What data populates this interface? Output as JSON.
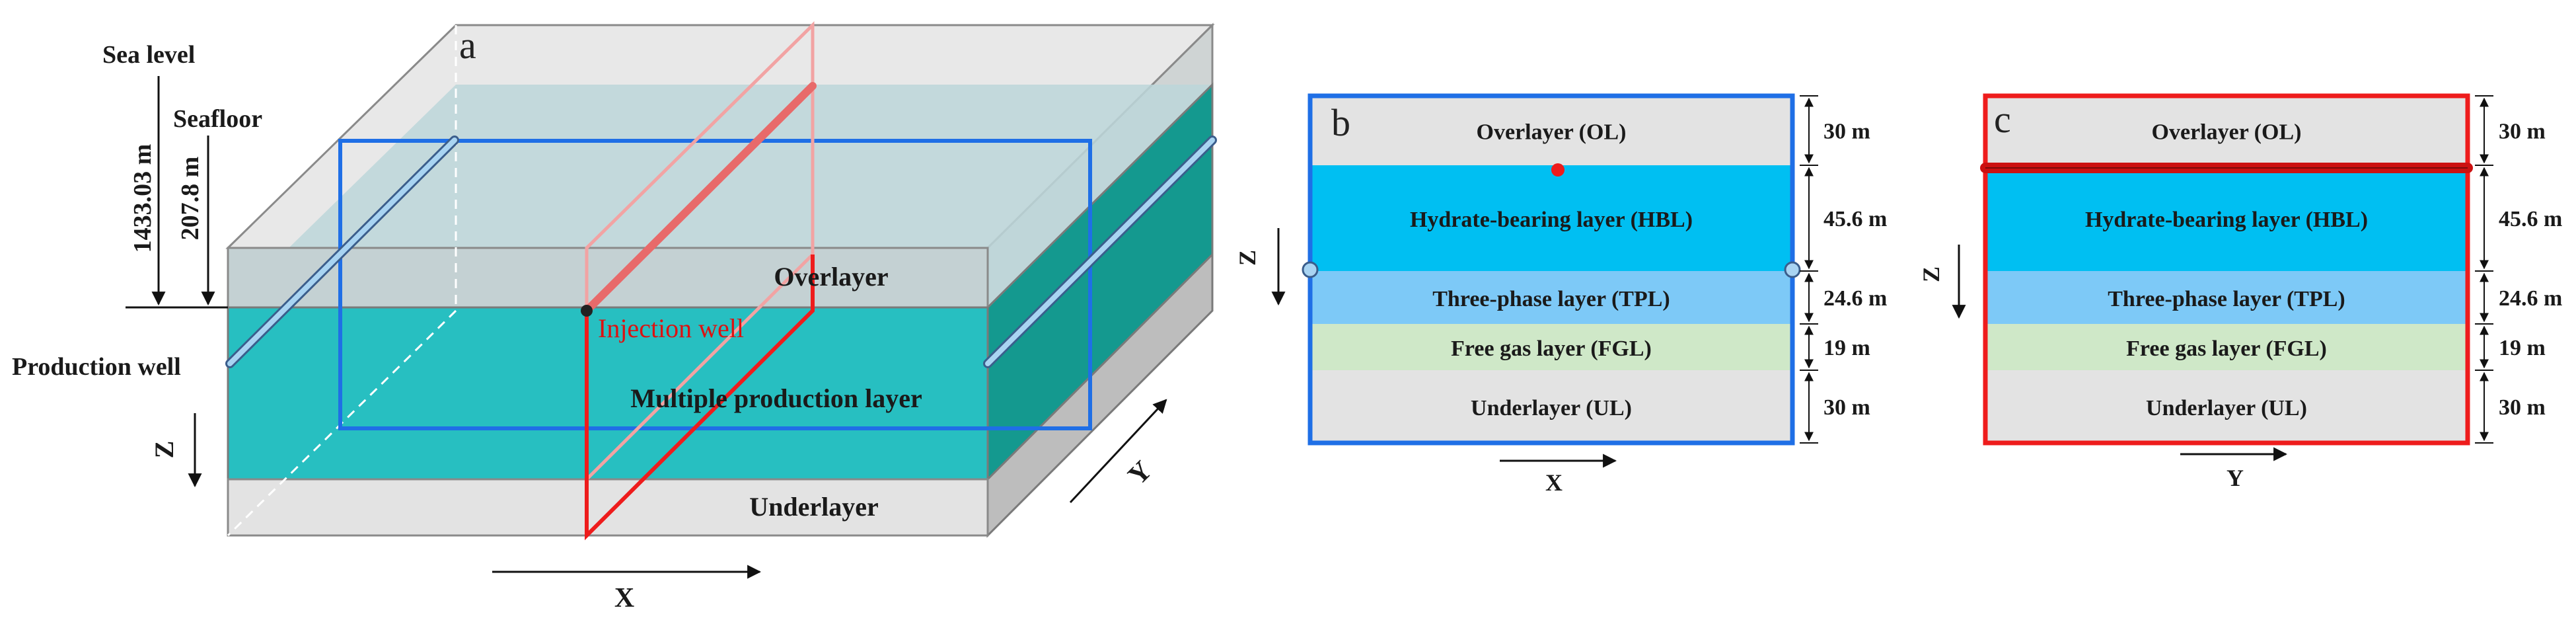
{
  "panel_a": {
    "letter": "a",
    "sea_level": "Sea level",
    "seafloor": "Seafloor",
    "water_depth": "1433.03 m",
    "ol_depth": "207.8 m",
    "overlayer": "Overlayer",
    "production_layer": "Multiple production layer",
    "underlayer": "Underlayer",
    "injection_well": "Injection well",
    "production_well": "Production well",
    "axis_z": "Z",
    "axis_x": "X",
    "axis_y": "Y"
  },
  "panel_b": {
    "letter": "b",
    "axis_z": "Z",
    "axis_x": "X",
    "layers": [
      {
        "label": "Overlayer (OL)",
        "thickness": "30 m",
        "color": "#e3e3e3"
      },
      {
        "label": "Hydrate-bearing layer (HBL)",
        "thickness": "45.6 m",
        "color": "#00bff2"
      },
      {
        "label": "Three-phase layer (TPL)",
        "thickness": "24.6 m",
        "color": "#7dc9f7"
      },
      {
        "label": "Free gas layer (FGL)",
        "thickness": "19 m",
        "color": "#cfe8c8"
      },
      {
        "label": "Underlayer (UL)",
        "thickness": "30 m",
        "color": "#e3e3e3"
      }
    ]
  },
  "panel_c": {
    "letter": "c",
    "axis_z": "Z",
    "axis_y": "Y",
    "layers": [
      {
        "label": "Overlayer (OL)",
        "thickness": "30 m",
        "color": "#e3e3e3"
      },
      {
        "label": "Hydrate-bearing layer (HBL)",
        "thickness": "45.6 m",
        "color": "#00bff2"
      },
      {
        "label": "Three-phase layer (TPL)",
        "thickness": "24.6 m",
        "color": "#7dc9f7"
      },
      {
        "label": "Free gas layer (FGL)",
        "thickness": "19 m",
        "color": "#cfe8c8"
      },
      {
        "label": "Underlayer (UL)",
        "thickness": "30 m",
        "color": "#e3e3e3"
      }
    ]
  },
  "colors": {
    "section_x_frame": "#1f6fe6",
    "section_y_frame": "#ee1c1c",
    "injection_well": "#dd1111",
    "production_layer": "#27bfc1",
    "overlayer": "#c4d1d3",
    "underlayer": "#e3e3e3"
  }
}
